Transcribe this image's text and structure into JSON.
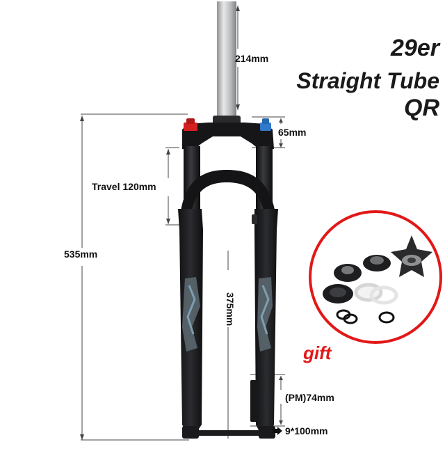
{
  "title": {
    "line1": "29er",
    "line2": "Straight Tube",
    "line3": "QR"
  },
  "dimensions": {
    "steerer": "214mm",
    "crown": "65mm",
    "travel": "Travel 120mm",
    "total": "535mm",
    "leg": "375mm",
    "brake_mount": "(PM)74mm",
    "axle": "9*100mm"
  },
  "gift": {
    "label": "gift"
  },
  "colors": {
    "accent": "#e21818",
    "fork_body": "#1b1b1d",
    "steerer": "#c9cbcc",
    "adjuster_left": "#d42020",
    "adjuster_right": "#2f79c8"
  }
}
